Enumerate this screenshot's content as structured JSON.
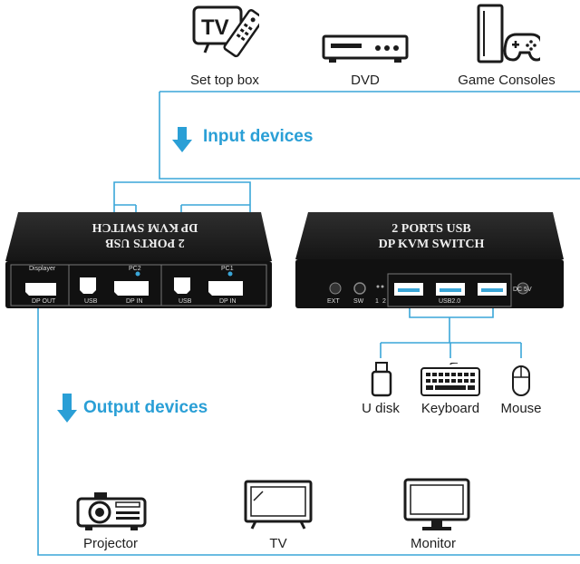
{
  "colors": {
    "line": "#3aa6d8",
    "accent": "#2a9fd6",
    "device": "#1b1b1b"
  },
  "input_devices": [
    {
      "label": "Set top box",
      "icon": "tv-remote-icon"
    },
    {
      "label": "DVD",
      "icon": "dvd-player-icon"
    },
    {
      "label": "Game Consoles",
      "icon": "game-console-icon"
    }
  ],
  "input_heading": "Input devices",
  "output_heading": "Output devices",
  "usb_devices": [
    {
      "label": "U disk",
      "icon": "usb-drive-icon"
    },
    {
      "label": "Keyboard",
      "icon": "keyboard-icon"
    },
    {
      "label": "Mouse",
      "icon": "mouse-icon"
    }
  ],
  "output_devices": [
    {
      "label": "Projector",
      "icon": "projector-icon"
    },
    {
      "label": "TV",
      "icon": "tv-icon"
    },
    {
      "label": "Monitor",
      "icon": "monitor-icon"
    }
  ],
  "front_panel": {
    "title_line1": "DP KVM SWITCH",
    "title_line2": "2 PORTS USB",
    "displayer": "Displayer",
    "dp_out": "DP OUT",
    "pc2": "PC2",
    "pc1": "PC1",
    "usb_a": "USB",
    "usb_b": "USB",
    "dp_in_a": "DP IN",
    "dp_in_b": "DP IN"
  },
  "back_panel": {
    "title_line1": "2 PORTS USB",
    "title_line2": "DP KVM SWITCH",
    "ext": "EXT",
    "sw": "SW",
    "led1": "1",
    "led2": "2",
    "usb_label": "USB2.0",
    "dc": "DC 5V"
  }
}
